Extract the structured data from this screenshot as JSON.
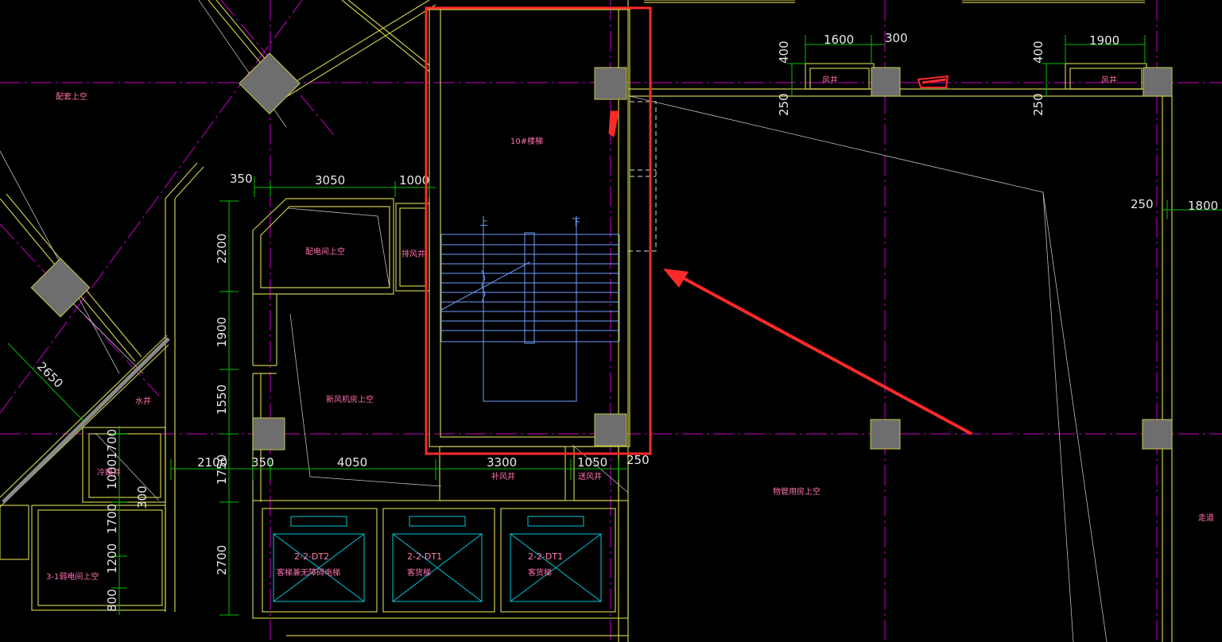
{
  "drawing": {
    "colors": {
      "background": "#000000",
      "wall": "#c8c84a",
      "axis": "#c800c8",
      "dimension": "#00c000",
      "column": "#6e6e6e",
      "stair": "#6f9fff",
      "elevator": "#00c8d8",
      "room_text": "#ff6fb0",
      "highlight": "#ff2a2a"
    },
    "rooms": {
      "pei_cang": "配套上空",
      "pei_dian": "配电间上空",
      "pai_feng": "排风井",
      "xin_feng": "新风机房上空",
      "shui_jing": "水井",
      "leng_mei": "冷媒井",
      "ruo_dian": "3-1弱电间上空",
      "bu_feng": "补风井",
      "song_feng": "送风井",
      "wu_guan": "物管用房上空",
      "zou_dao": "走道",
      "stair_name": "10#楼梯",
      "feng_jing_1": "风井",
      "feng_jing_2": "风井"
    },
    "stair_marks": {
      "up": "上",
      "down": "下"
    },
    "elevators": [
      {
        "code": "2-2-DT2",
        "label": "客梯兼无障碍电梯"
      },
      {
        "code": "2-2-DT1",
        "label": "客货梯"
      },
      {
        "code": "2-2-DT1",
        "label": "客货梯"
      }
    ],
    "dims": {
      "d350a": "350",
      "d3050": "3050",
      "d1000": "1000",
      "d1600": "1600",
      "d300top": "300",
      "d1900top": "1900",
      "d400a": "400",
      "d250a": "250",
      "d400b": "400",
      "d250b": "250",
      "d250c": "250",
      "d1800": "1800",
      "d2200": "2200",
      "d1900v": "1900",
      "d1550": "1550",
      "d1750": "1750",
      "d2700": "2700",
      "d2650": "2650",
      "d2100": "2100",
      "d350b": "350",
      "d4050": "4050",
      "d3300": "3300",
      "d1050": "1050",
      "d250d": "250",
      "d1700a": "1700",
      "d1000l": "1000",
      "d1700b": "1700",
      "d1200": "1200",
      "d800": "800",
      "d300l": "300"
    }
  }
}
